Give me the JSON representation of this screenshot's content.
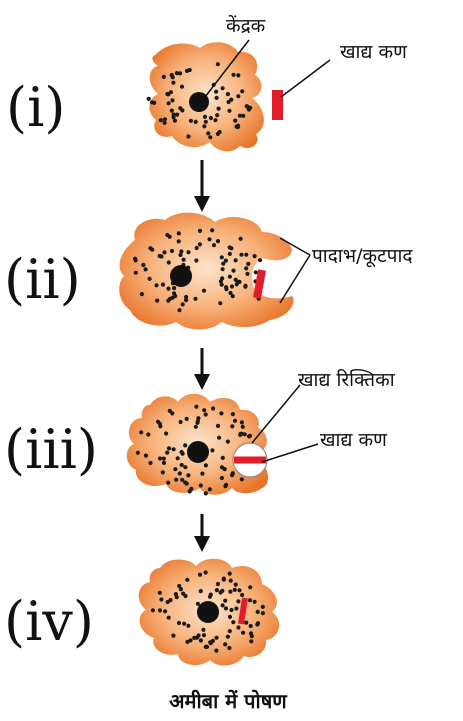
{
  "stages": [
    {
      "label": "(i)"
    },
    {
      "label": "(ii)"
    },
    {
      "label": "(iii)"
    },
    {
      "label": "(iv)"
    }
  ],
  "annotations": {
    "nucleus": "केंद्रक",
    "food_particle_1": "खाद्य कण",
    "pseudopodia": "पादाभ/कूटपाद",
    "food_vacuole": "खाद्य रिक्तिका",
    "food_particle_3": "खाद्य कण"
  },
  "caption": "अमीबा में पोषण",
  "colors": {
    "cell_outer": "#e8782a",
    "cell_inner": "#fde0c4",
    "food": "#e21d2a",
    "nucleus": "#111111"
  }
}
